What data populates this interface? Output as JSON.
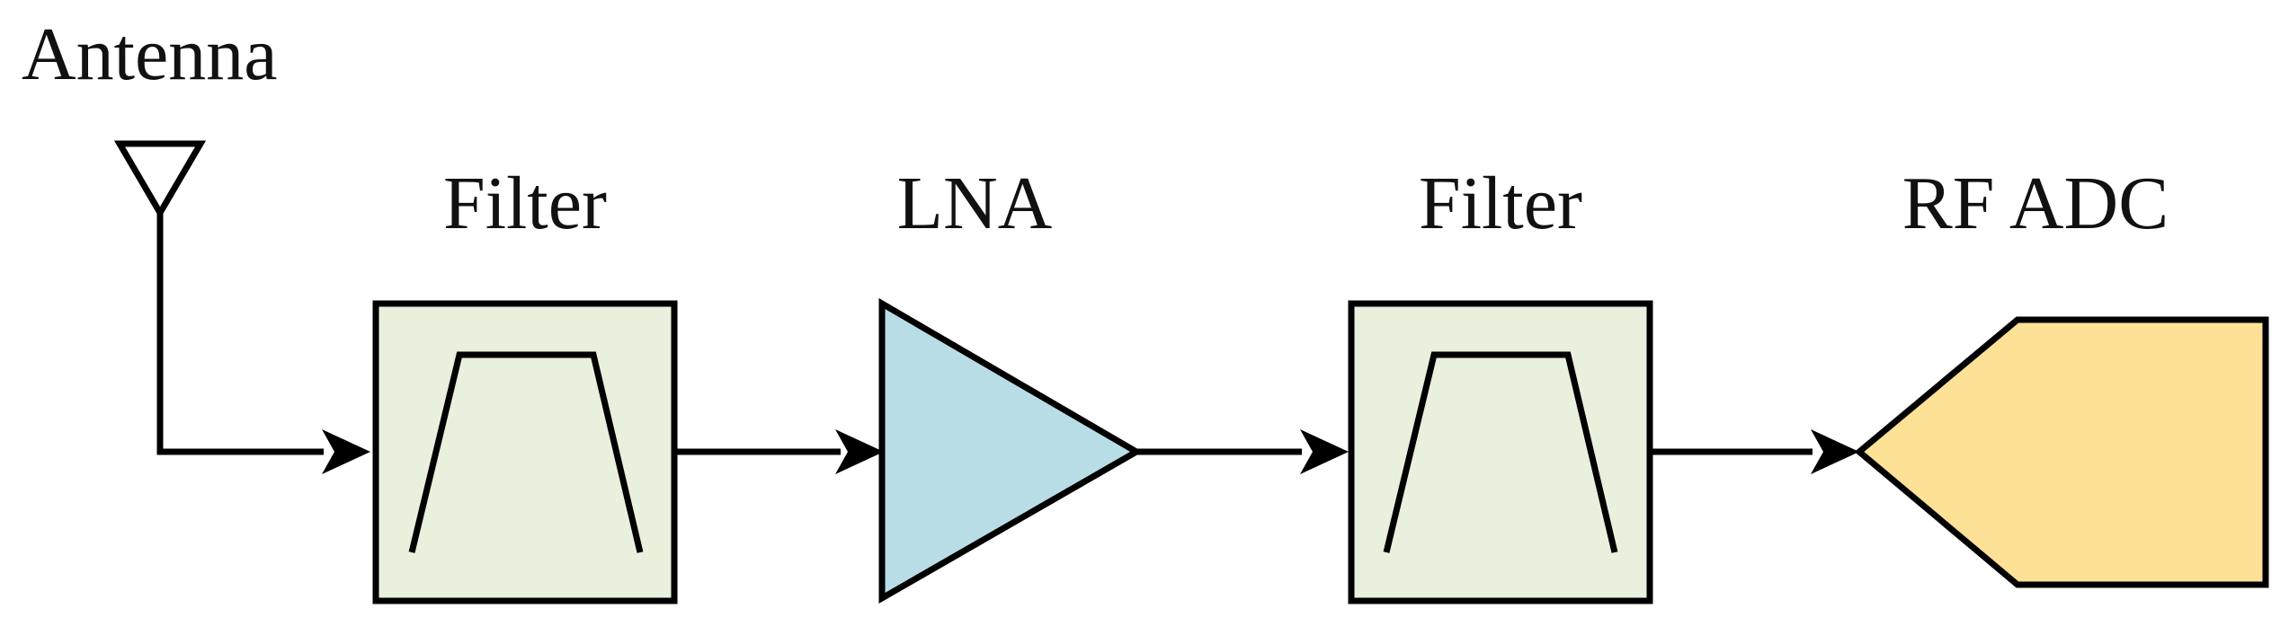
{
  "labels": {
    "antenna": "Antenna",
    "filter_1": "Filter",
    "lna": "LNA",
    "filter_2": "Filter",
    "rf_adc": "RF ADC"
  },
  "colors": {
    "filter_fill": "#E9F0DE",
    "lna_fill": "#B9DDE6",
    "adc_fill": "#FCE196",
    "line": "#000000"
  }
}
